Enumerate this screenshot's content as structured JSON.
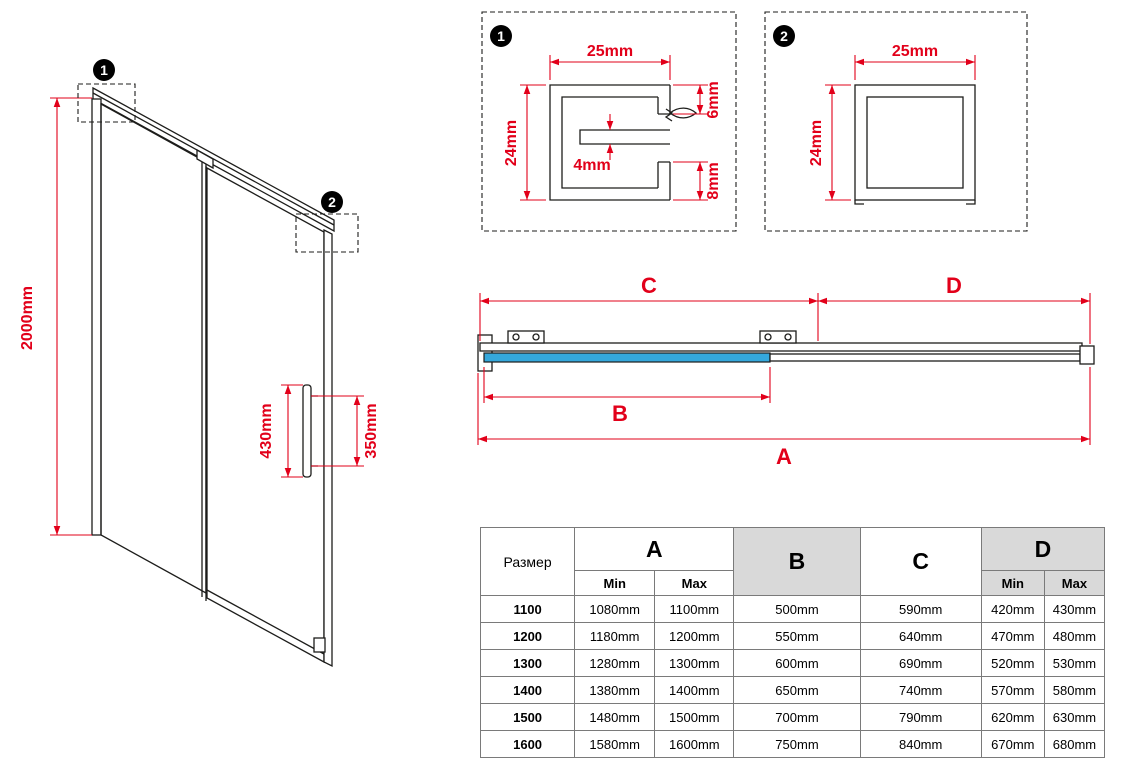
{
  "colors": {
    "dim_red": "#e2001a",
    "glass_blue": "#35a8dc"
  },
  "iso": {
    "marker1": "1",
    "marker2": "2",
    "height": "2000mm",
    "handle_outer": "430mm",
    "handle_inner": "350mm"
  },
  "detail1": {
    "marker": "1",
    "width": "25mm",
    "height": "24mm",
    "top_right": "6mm",
    "slot": "4mm",
    "bottom_right": "8mm"
  },
  "detail2": {
    "marker": "2",
    "width": "25mm",
    "height": "24mm"
  },
  "top_view": {
    "a": "A",
    "b": "B",
    "c": "C",
    "d": "D"
  },
  "table": {
    "size_header": "Размер",
    "col_a": "A",
    "col_b": "B",
    "col_c": "C",
    "col_d": "D",
    "min": "Min",
    "max": "Max",
    "rows": [
      {
        "size": "1100",
        "a_min": "1080mm",
        "a_max": "1100mm",
        "b": "500mm",
        "c": "590mm",
        "d_min": "420mm",
        "d_max": "430mm"
      },
      {
        "size": "1200",
        "a_min": "1180mm",
        "a_max": "1200mm",
        "b": "550mm",
        "c": "640mm",
        "d_min": "470mm",
        "d_max": "480mm"
      },
      {
        "size": "1300",
        "a_min": "1280mm",
        "a_max": "1300mm",
        "b": "600mm",
        "c": "690mm",
        "d_min": "520mm",
        "d_max": "530mm"
      },
      {
        "size": "1400",
        "a_min": "1380mm",
        "a_max": "1400mm",
        "b": "650mm",
        "c": "740mm",
        "d_min": "570mm",
        "d_max": "580mm"
      },
      {
        "size": "1500",
        "a_min": "1480mm",
        "a_max": "1500mm",
        "b": "700mm",
        "c": "790mm",
        "d_min": "620mm",
        "d_max": "630mm"
      },
      {
        "size": "1600",
        "a_min": "1580mm",
        "a_max": "1600mm",
        "b": "750mm",
        "c": "840mm",
        "d_min": "670mm",
        "d_max": "680mm"
      }
    ]
  }
}
